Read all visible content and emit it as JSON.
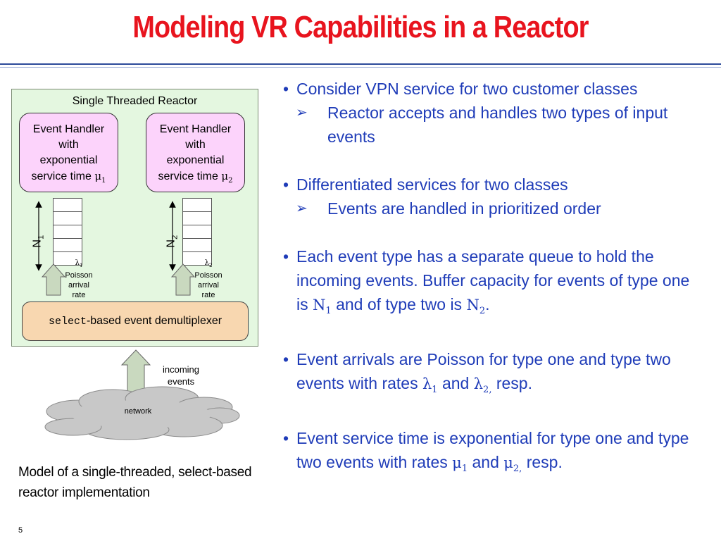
{
  "slide": {
    "title": "Modeling VR Capabilities in a Reactor",
    "page_number": "5",
    "caption": "Model of a single-threaded, select-based reactor implementation"
  },
  "diagram": {
    "reactor_label": "Single Threaded Reactor",
    "handler_1": {
      "line1": "Event Handler",
      "line2": "with",
      "line3": "exponential",
      "line4": "service time",
      "symbol": "μ",
      "index": "1"
    },
    "handler_2": {
      "line1": "Event Handler",
      "line2": "with",
      "line3": "exponential",
      "line4": "service time",
      "symbol": "μ",
      "index": "2"
    },
    "queue_1": {
      "label": "N",
      "index": "1"
    },
    "queue_2": {
      "label": "N",
      "index": "2"
    },
    "rate_1": {
      "symbol": "λ",
      "index": "1",
      "line1": "Poisson",
      "line2": "arrival",
      "line3": "rate"
    },
    "rate_2": {
      "symbol": "λ",
      "index": "2",
      "line1": "Poisson",
      "line2": "arrival",
      "line3": "rate"
    },
    "demux": {
      "code": "select",
      "text": "-based event demultiplexer"
    },
    "incoming": {
      "line1": "incoming",
      "line2": "events"
    },
    "network_label": "network",
    "colors": {
      "reactor_bg": "#e4f7e0",
      "handler_bg": "#fcd3fb",
      "demux_bg": "#f8d7b0",
      "cloud": "#c8c8c8"
    }
  },
  "bullets": {
    "b1": "Consider VPN service for two customer classes",
    "b1_sub": "Reactor accepts and handles two types of input events",
    "b2": "Differentiated services for two classes",
    "b2_sub": "Events are handled in prioritized order",
    "b3_a": "Each event type has a separate queue to hold the incoming events. Buffer capacity for events of type one is",
    "b3_sym1": "N",
    "b3_idx1": "1",
    "b3_b": "and of type two is",
    "b3_sym2": "N",
    "b3_idx2": "2",
    "b3_end": ".",
    "b4_a": "Event arrivals are Poisson for type one and type two events with rates",
    "b4_sym1": "λ",
    "b4_idx1": "1",
    "b4_b": "and",
    "b4_sym2": "λ",
    "b4_idx2": "2,",
    "b4_end": "resp.",
    "b5_a": "Event service time is exponential for type one and type two events with rates",
    "b5_sym1": "μ",
    "b5_idx1": "1",
    "b5_b": "and",
    "b5_sym2": "μ",
    "b5_idx2": "2,",
    "b5_end": "resp.",
    "bullet_glyph": "•",
    "arrow_glyph": "➢",
    "text_color": "#1f3cb8"
  }
}
